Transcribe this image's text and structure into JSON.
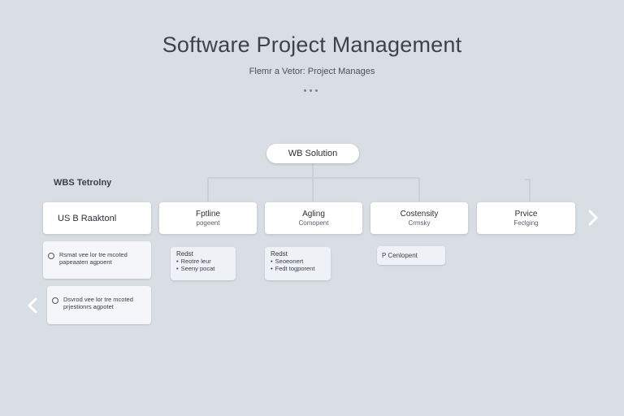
{
  "header": {
    "title": "Software Project Management",
    "subtitle": "Flemr a Vetor: Project Manages"
  },
  "root": {
    "label": "WB Solution"
  },
  "section_label": "WBS Tetrolny",
  "nodes": [
    {
      "main": "US B Raaktonl",
      "sub": ""
    },
    {
      "main": "Fptline",
      "sub": "pogeent"
    },
    {
      "main": "Agling",
      "sub": "Comopent"
    },
    {
      "main": "Costensity",
      "sub": "Crmsky"
    },
    {
      "main": "Prvice",
      "sub": "Feclging"
    }
  ],
  "task_cards": [
    {
      "text_line1": "Rsmat vee lor tre mcoted",
      "text_line2": "papeaaten agpoent"
    },
    {
      "text_line1": "Dsvrod vee lor tre mcoted",
      "text_line2": "prjestionrs agpotet"
    }
  ],
  "detail_cards": [
    {
      "head": "Redst",
      "items": [
        "Reotre leur",
        "Seeny pocat"
      ]
    },
    {
      "head": "Redst",
      "items": [
        "Seoeonert",
        "Fedt togporent"
      ]
    },
    {
      "head": "",
      "items": [],
      "single": "P Cenlopent"
    }
  ],
  "icons": {
    "prev": "chevron-left-icon",
    "next": "chevron-right-icon",
    "task_marker": "radio-icon",
    "more": "more-dots-icon"
  },
  "colors": {
    "background": "#d9dee5",
    "card": "#ffffff",
    "connector": "#c5cbd3",
    "chevron": "#ffffff"
  }
}
